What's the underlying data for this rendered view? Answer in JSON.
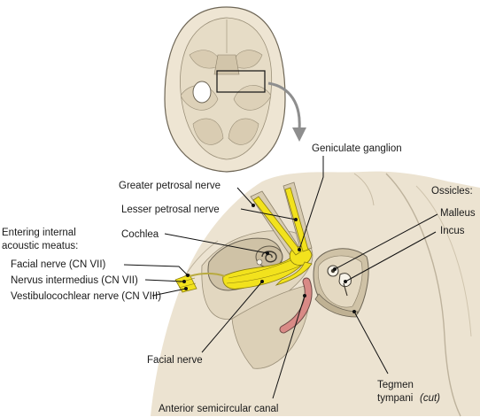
{
  "labels": {
    "geniculate_ganglion": "Geniculate ganglion",
    "greater_petrosal_nerve": "Greater petrosal nerve",
    "lesser_petrosal_nerve": "Lesser petrosal nerve",
    "cochlea": "Cochlea",
    "entering_line1": "Entering internal",
    "entering_line2": "acoustic meatus:",
    "facial_nerve_cn7": "Facial nerve (CN VII)",
    "nervus_intermedius": "Nervus intermedius (CN VII)",
    "vestibulocochlear_nerve": "Vestibulocochlear nerve (CN VIII)",
    "facial_nerve": "Facial nerve",
    "anterior_semicircular_canal": "Anterior semicircular canal",
    "ossicles": "Ossicles:",
    "malleus": "Malleus",
    "incus": "Incus",
    "tegmen_line1": "Tegmen",
    "tegmen_line2": "tympani",
    "tegmen_cut": "(cut)"
  },
  "colors": {
    "bone": "#ece3d1",
    "bone_shadow": "#d7cbb3",
    "bone_outline": "#6e6656",
    "nerve": "#f2e21d",
    "nerve_outline": "#8a7d10",
    "canal": "#d98a86",
    "arrow": "#8e8e8e"
  }
}
